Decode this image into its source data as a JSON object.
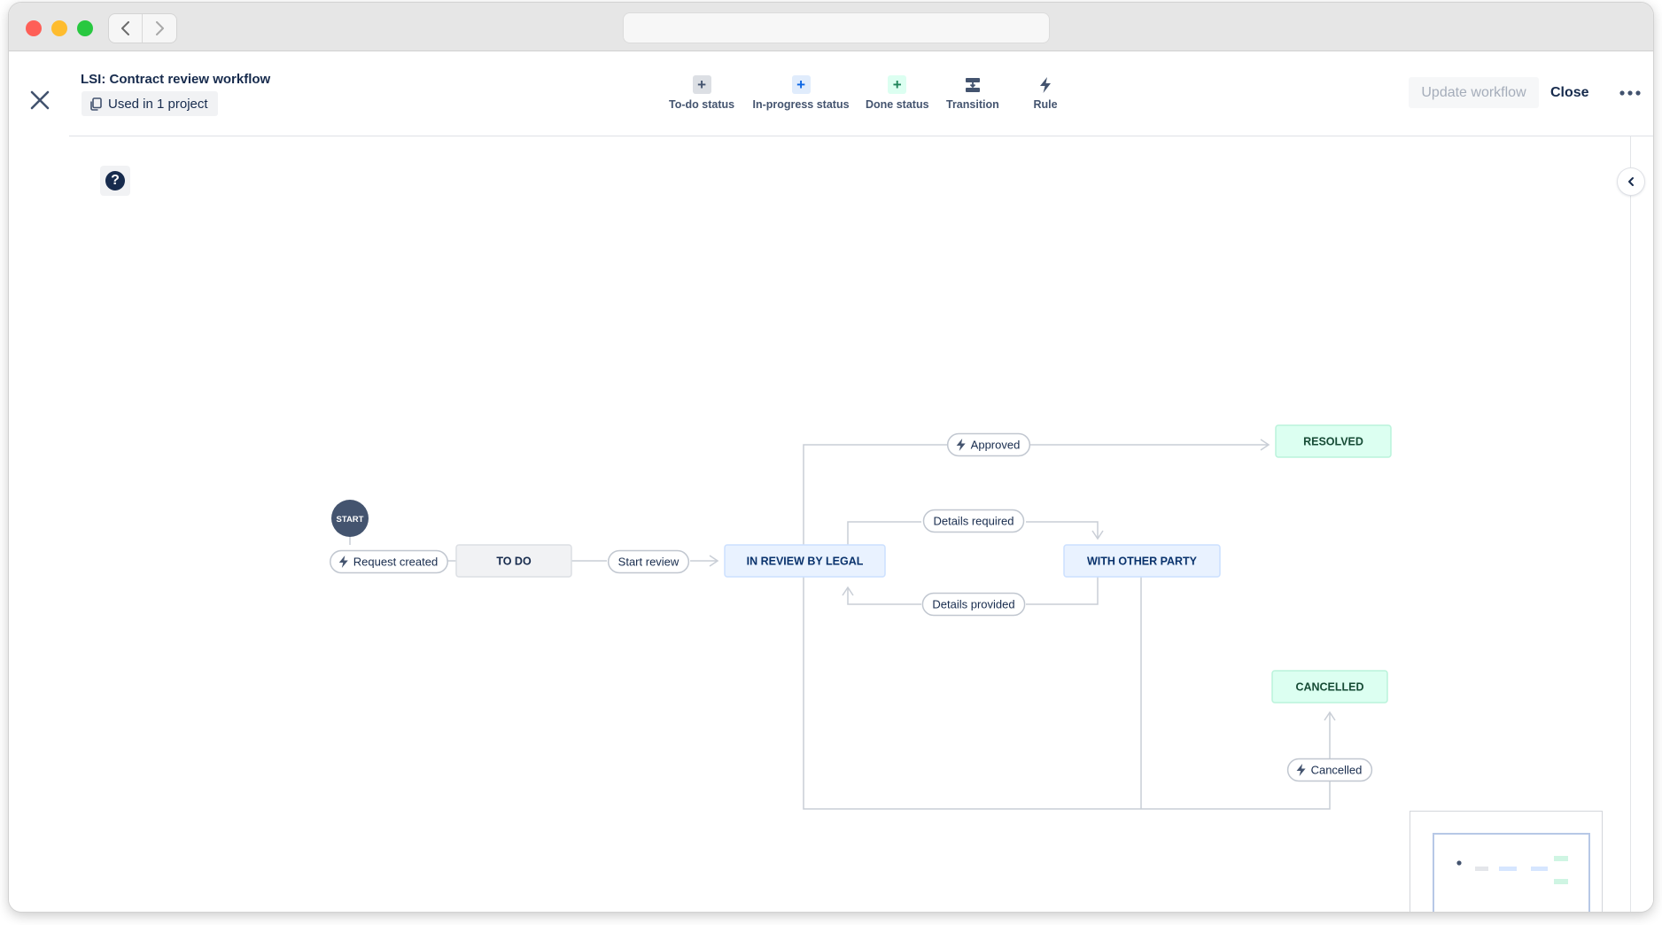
{
  "window": {
    "url": ""
  },
  "header": {
    "title": "LSI: Contract review workflow",
    "used_in": "Used in 1 project",
    "update_label": "Update workflow",
    "close_label": "Close"
  },
  "toolbar": [
    {
      "label": "To-do status",
      "glyph": "+",
      "icon": "plus-icon",
      "color": "#44546f",
      "bg": "#dcdfe4"
    },
    {
      "label": "In-progress status",
      "glyph": "+",
      "icon": "plus-icon",
      "color": "#0c66e4",
      "bg": "#e0ecfc"
    },
    {
      "label": "Done status",
      "glyph": "+",
      "icon": "plus-icon",
      "color": "#1f845a",
      "bg": "#dcfff1"
    },
    {
      "label": "Transition",
      "icon": "transition-icon",
      "color": "#44546f"
    },
    {
      "label": "Rule",
      "icon": "lightning-icon",
      "color": "#44546f"
    }
  ],
  "workflow": {
    "start_label": "START",
    "statuses": {
      "todo": {
        "label": "TO DO",
        "category": "todo"
      },
      "review": {
        "label": "IN REVIEW BY LEGAL",
        "category": "inprogress"
      },
      "other": {
        "label": "WITH OTHER PARTY",
        "category": "inprogress"
      },
      "resolved": {
        "label": "RESOLVED",
        "category": "done"
      },
      "cancelled": {
        "label": "CANCELLED",
        "category": "done"
      }
    },
    "transitions": {
      "created": {
        "label": "Request created",
        "rule": true
      },
      "start_review": {
        "label": "Start review",
        "rule": false
      },
      "approved": {
        "label": "Approved",
        "rule": true
      },
      "details_required": {
        "label": "Details required",
        "rule": false
      },
      "details_provided": {
        "label": "Details provided",
        "rule": false
      },
      "cancelled": {
        "label": "Cancelled",
        "rule": true
      }
    }
  },
  "colors": {
    "todo_bg": "#f1f2f4",
    "todo_border": "#dcdfe4",
    "todo_text": "#172b4d",
    "inprogress_bg": "#e9f2ff",
    "inprogress_border": "#cce0ff",
    "inprogress_text": "#09326c",
    "done_bg": "#dcfff1",
    "done_border": "#baf3db",
    "done_text": "#164b35",
    "connector": "#c9ced6",
    "start_bg": "#44546f"
  }
}
